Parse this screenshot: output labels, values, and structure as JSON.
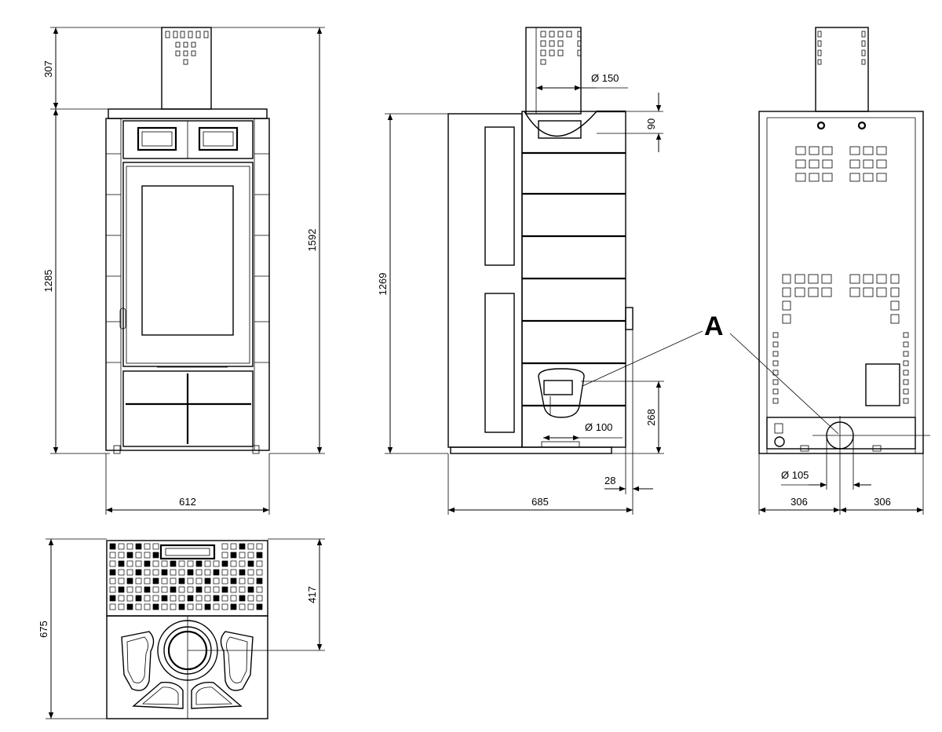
{
  "front_view": {
    "height_top": "307",
    "height_body": "1285",
    "height_total": "1592",
    "width": "612"
  },
  "side_view": {
    "flue_diameter": "Ø 150",
    "flue_offset": "90",
    "height": "1269",
    "inlet_diameter": "Ø 100",
    "inlet_height": "268",
    "depth": "685",
    "foot_offset": "28"
  },
  "rear_view": {
    "label": "A",
    "outlet_diameter": "Ø 105",
    "half_width_left": "306",
    "half_width_right": "306"
  },
  "top_view": {
    "depth": "675",
    "flue_center": "417"
  }
}
